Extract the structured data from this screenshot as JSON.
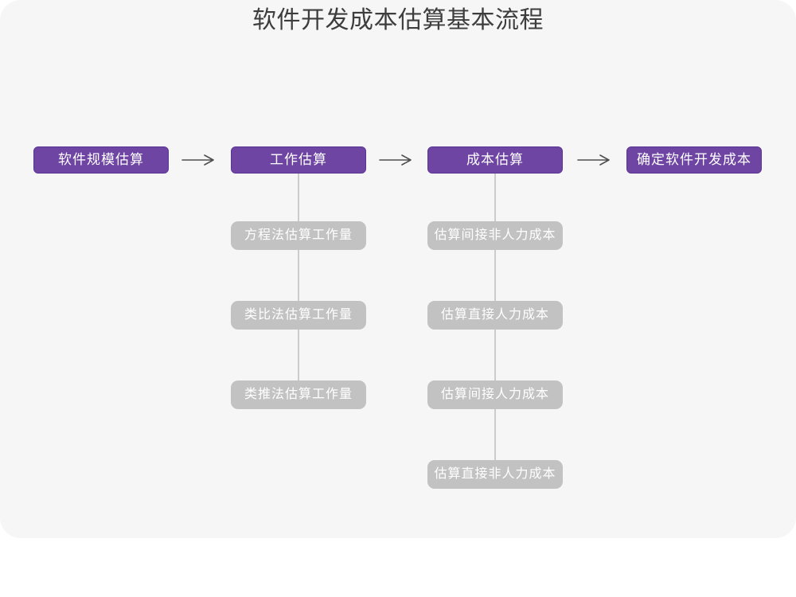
{
  "title": "软件开发成本估算基本流程",
  "colors": {
    "card_background": "#f6f6f7",
    "accent_purple": "#6f45a4",
    "accent_purple_border": "#5a3694",
    "branch_gray": "#c2c2c2",
    "connector_gray": "#cccccc",
    "arrow_gray": "#4f4f4f",
    "title_text": "#3d3d3d"
  },
  "icons": {
    "flow_arrow": "⟶"
  },
  "flow": {
    "steps": [
      {
        "label": "软件规模估算"
      },
      {
        "label": "工作估算"
      },
      {
        "label": "成本估算"
      },
      {
        "label": "确定软件开发成本"
      }
    ]
  },
  "branches": {
    "work_estimation": [
      "方程法估算工作量",
      "类比法估算工作量",
      "类推法估算工作量"
    ],
    "cost_estimation": [
      "估算间接非人力成本",
      "估算直接人力成本",
      "估算间接人力成本",
      "估算直接非人力成本"
    ]
  }
}
